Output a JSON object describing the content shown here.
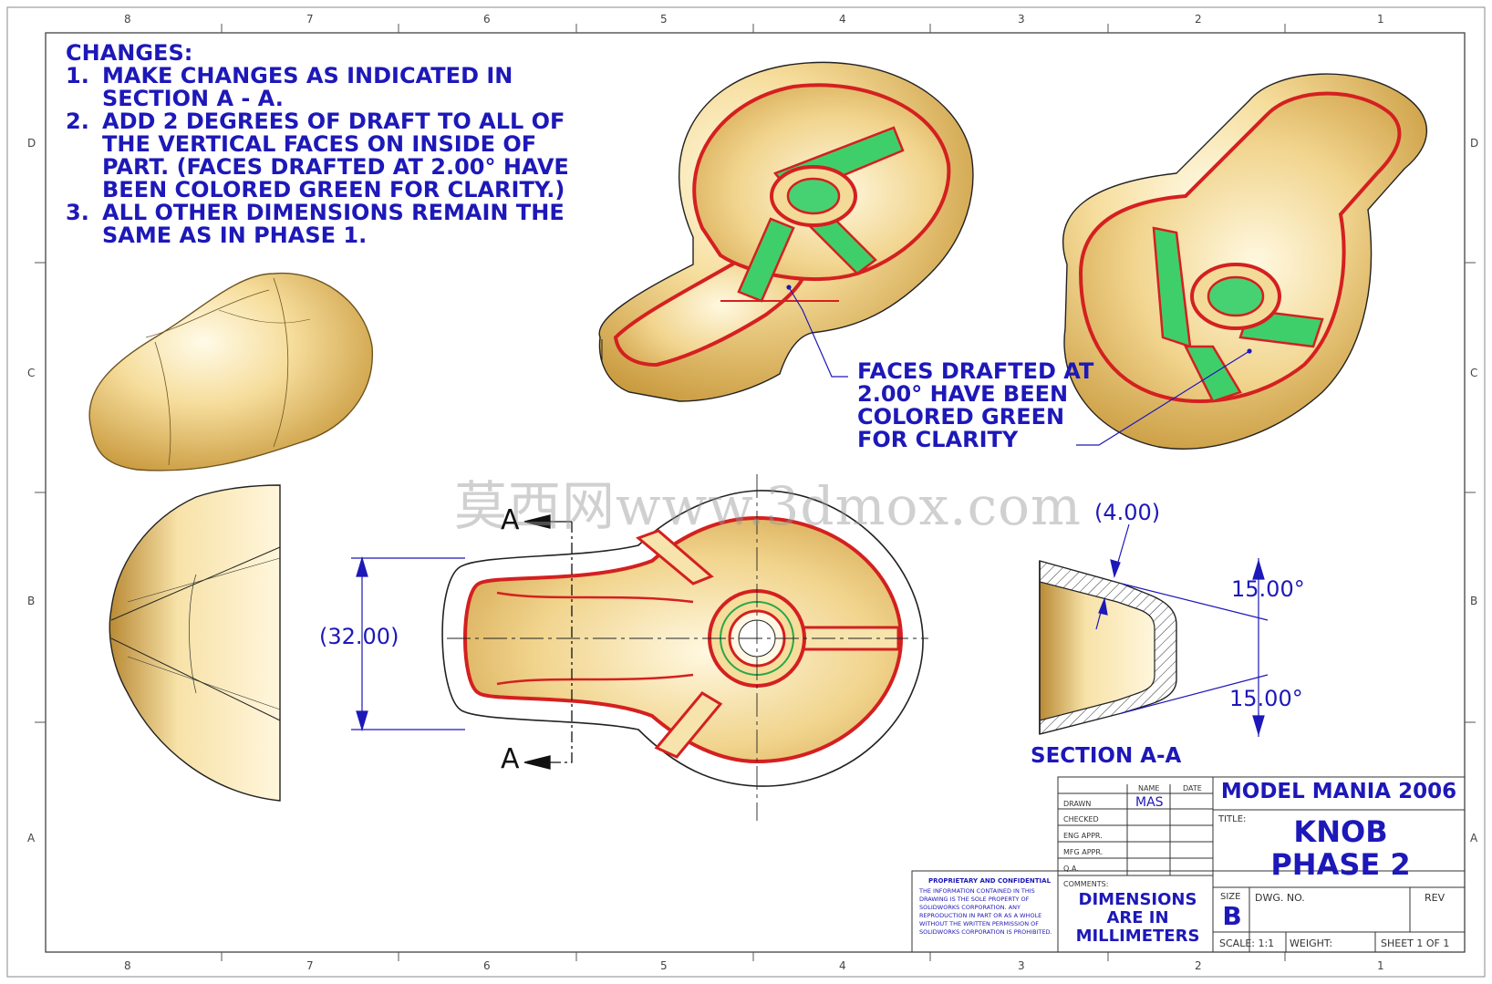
{
  "notes": {
    "heading": "CHANGES:",
    "items": [
      {
        "num": "1.",
        "text": "MAKE CHANGES AS INDICATED IN\nSECTION A - A."
      },
      {
        "num": "2.",
        "text": "ADD 2 DEGREES OF DRAFT TO ALL OF\nTHE VERTICAL FACES ON INSIDE OF\nPART.  (FACES DRAFTED AT 2.00° HAVE\nBEEN COLORED GREEN FOR CLARITY.)"
      },
      {
        "num": "3.",
        "text": "ALL OTHER DIMENSIONS REMAIN THE\nSAME AS IN PHASE 1."
      }
    ]
  },
  "callout": "FACES DRAFTED AT\n2.00° HAVE BEEN\nCOLORED GREEN\nFOR CLARITY",
  "dimensions": {
    "width": "(32.00)",
    "thickness": "(4.00)",
    "angle_top": "15.00°",
    "angle_bottom": "15.00°"
  },
  "section_cut": {
    "mark_top": "A",
    "mark_bottom": "A",
    "label": "SECTION A-A"
  },
  "watermark": "莫西网www.3dmox.com",
  "zones": {
    "columns": [
      "8",
      "7",
      "6",
      "5",
      "4",
      "3",
      "2",
      "1"
    ],
    "rows": [
      "D",
      "C",
      "B",
      "A"
    ]
  },
  "title_block": {
    "company": "MODEL MANIA 2006",
    "title_label": "TITLE:",
    "title_line1": "KNOB",
    "title_line2": "PHASE 2",
    "header_name": "NAME",
    "header_date": "DATE",
    "drawn_label": "DRAWN",
    "drawn_name": "MAS",
    "checked_label": "CHECKED",
    "eng_label": "ENG APPR.",
    "mfg_label": "MFG APPR.",
    "qa_label": "Q.A.",
    "comments_label": "COMMENTS:",
    "comments_line1": "DIMENSIONS",
    "comments_line2": "ARE IN",
    "comments_line3": "MILLIMETERS",
    "size_label": "SIZE",
    "size_value": "B",
    "dwg_label": "DWG.  NO.",
    "rev_label": "REV",
    "scale": "SCALE: 1:1",
    "weight": "WEIGHT:",
    "sheet": "SHEET 1 OF 1",
    "proprietary_title": "PROPRIETARY AND CONFIDENTIAL",
    "proprietary_text": "THE INFORMATION CONTAINED IN THIS DRAWING IS THE SOLE PROPERTY OF SOLIDWORKS CORPORATION.  ANY REPRODUCTION IN PART OR AS A WHOLE WITHOUT THE WRITTEN PERMISSION OF SOLIDWORKS CORPORATION IS PROHIBITED."
  },
  "colors": {
    "annotation_blue": "#1d18b8",
    "part_gold": "#e9c472",
    "edge_red": "#d42020",
    "draft_green": "#3fcf6a"
  }
}
